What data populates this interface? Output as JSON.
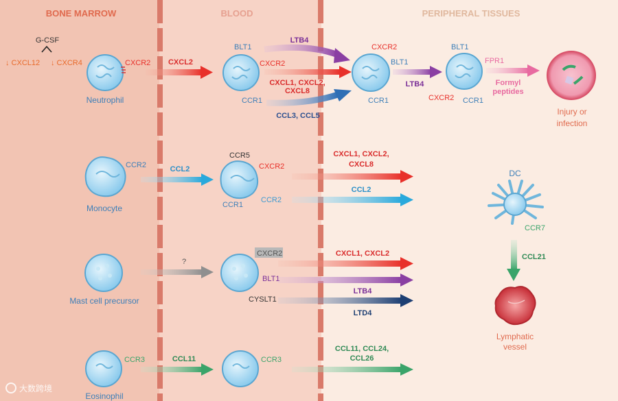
{
  "regions": {
    "bone_marrow": "BONE MARROW",
    "blood": "BLOOD",
    "peripheral": "PERIPHERAL TISSUES"
  },
  "colors": {
    "bone_marrow_bg": "#f2c4b3",
    "blood_bg": "#f7d3c6",
    "peripheral_bg": "#fbece2",
    "divider": "#d97a6a",
    "cell_fill": "#a8d8f0",
    "cell_stroke": "#5aa6d1",
    "red_arrow": "#e8302a",
    "purple_arrow": "#8a3fa3",
    "blue_arrow": "#2f6fb5",
    "cyan_arrow": "#29a9dc",
    "gray_arrow": "#8f8f8f",
    "navy_arrow": "#1d3f73",
    "green_arrow": "#3aa46a",
    "pink_arrow": "#e86aa0",
    "orange_text": "#e86a2a"
  },
  "neutrophil": {
    "gcsf": "G-CSF",
    "cxcl12": "↓ CXCL12",
    "cxcr4": "↓ CXCR4",
    "receptor": "CXCR2",
    "name": "Neutrophil",
    "arrow1": "CXCL2",
    "blood_blt1": "BLT1",
    "blood_cxcr2": "CXCR2",
    "blood_ccr1": "CCR1",
    "ltb4_top": "LTB4",
    "cxcl_multi": "CXCL1, CXCL2,",
    "cxcl8": "CXCL8",
    "ccl3_ccl5": "CCL3, CCL5",
    "tissue1_cxcr2": "CXCR2",
    "tissue1_blt1": "BLT1",
    "tissue1_ccr1": "CCR1",
    "ltb4_mid": "LTB4",
    "tissue2_blt1": "BLT1",
    "tissue2_fpr1": "FPR1",
    "tissue2_cxcr2": "CXCR2",
    "tissue2_ccr1": "CCR1",
    "formyl1": "Formyl",
    "formyl2": "peptides",
    "injury1": "Injury or",
    "injury2": "infection"
  },
  "monocyte": {
    "receptor": "CCR2",
    "name": "Monocyte",
    "arrow": "CCL2",
    "blood_ccr5": "CCR5",
    "blood_cxcr2": "CXCR2",
    "blood_ccr1": "CCR1",
    "blood_ccr2": "CCR2",
    "out1a": "CXCL1, CXCL2,",
    "out1b": "CXCL8",
    "out2": "CCL2"
  },
  "dc": {
    "name": "DC",
    "receptor": "CCR7",
    "ligand": "CCL21",
    "vessel1": "Lymphatic",
    "vessel2": "vessel"
  },
  "mast": {
    "name": "Mast cell precursor",
    "arrow": "?",
    "blood_cxcr2": "CXCR2",
    "blood_blt1": "BLT1",
    "blood_cysl": "CYSLT1",
    "out1": "CXCL1, CXCL2",
    "out2": "LTB4",
    "out3": "LTD4"
  },
  "eosinophil": {
    "receptor": "CCR3",
    "name": "Eosinophil",
    "arrow": "CCL11",
    "blood_ccr3": "CCR3",
    "out1a": "CCL11, CCL24,",
    "out1b": "CCL26"
  },
  "watermark": "大数跨境"
}
